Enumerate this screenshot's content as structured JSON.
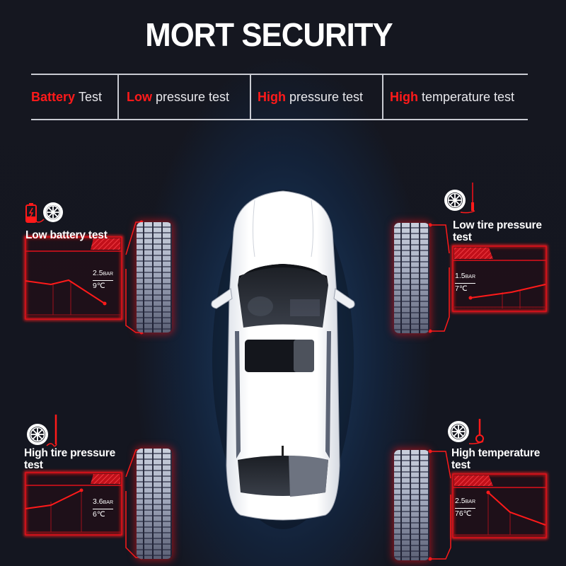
{
  "header": {
    "title": "MORT SECURITY"
  },
  "tests": [
    {
      "highlight": "Battery",
      "rest": "Test"
    },
    {
      "highlight": "Low",
      "rest": "pressure test"
    },
    {
      "highlight": "High",
      "rest": "pressure test"
    },
    {
      "highlight": "High",
      "rest": "temperature test"
    }
  ],
  "panels": {
    "top_left": {
      "label": "Low battery test",
      "icon": "battery-and-wheel-icon",
      "pressure": "2.5",
      "pressure_unit": "BAR",
      "temperature": "9℃"
    },
    "top_right": {
      "label_line1": "Low tire pressure",
      "label_line2": "test",
      "icon": "wheel-with-low-gauge-icon",
      "pressure": "1.5",
      "pressure_unit": "BAR",
      "temperature": "7℃"
    },
    "bottom_left": {
      "label_line1": "High tire pressure",
      "label_line2": "test",
      "icon": "wheel-with-high-gauge-icon",
      "pressure": "3.6",
      "pressure_unit": "BAR",
      "temperature": "6℃"
    },
    "bottom_right": {
      "label_line1": "High temperature",
      "label_line2": "test",
      "icon": "wheel-with-thermometer-icon",
      "pressure": "2.5",
      "pressure_unit": "BAR",
      "temperature": "76℃"
    }
  },
  "colors": {
    "accent_red": "#ff1a1a",
    "background": "#14161f",
    "glow_blue": "#1d3a64",
    "divider": "#c9cbd2"
  }
}
